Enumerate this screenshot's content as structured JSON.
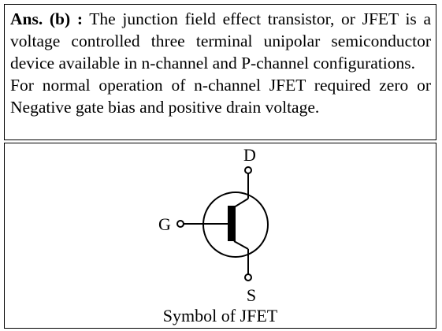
{
  "answer": {
    "label": "Ans. (b) :",
    "paragraph1": " The junction field effect transistor, or JFET is a voltage controlled three terminal unipolar semiconductor device available in n-channel and P-channel configurations.",
    "paragraph2": "For normal operation of n-channel JFET required zero or Negative gate bias and positive drain voltage."
  },
  "figure": {
    "pin_drain": "D",
    "pin_gate": "G",
    "pin_source": "S",
    "caption": "Symbol of JFET"
  }
}
